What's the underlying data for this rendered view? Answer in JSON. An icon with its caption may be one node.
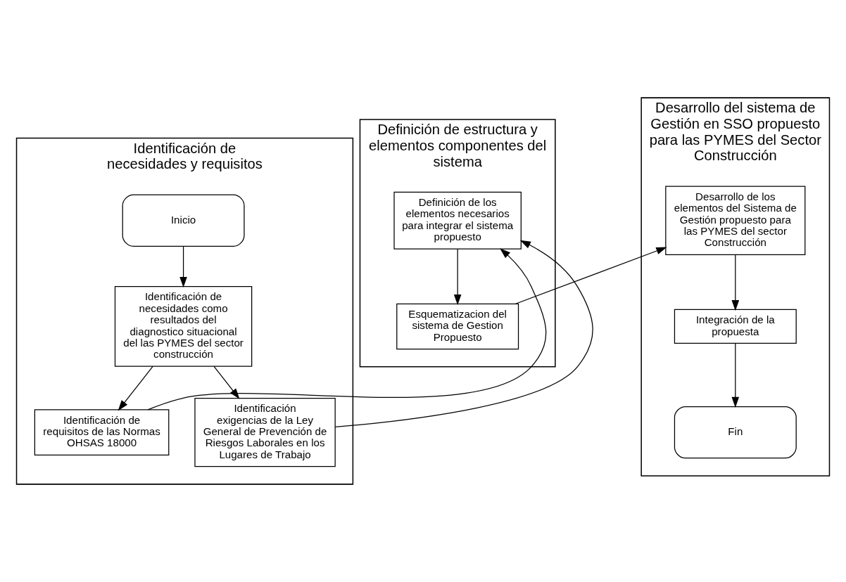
{
  "diagram": {
    "nodes": [
      {
        "text": [
          "Identificación de necesidades y requisitos"
        ]
      },
      {
        "text": [
          "Inicio"
        ],
        "in": 0
      },
      {
        "text": [
          "Identificación de necesidades como resultados del diagnostico situacional del las PYMES del sector construcción"
        ],
        "in": 0
      },
      {
        "text": [
          "Identificación de requisitos de las Normas OHSAS 18000"
        ],
        "in": 0
      },
      {
        "text": [
          "Identificación exigencias de la Ley General de Prevención de Riesgos Laborales en los Lugares de Trabajo"
        ],
        "in": 0
      },
      {
        "text": [
          "Definición de estructura y elementos componentes del sistema"
        ]
      },
      {
        "text": [
          "Definición de los elementos necesarios para integrar el sistema propuesto"
        ],
        "in": 5
      },
      {
        "text": [
          "Esquematizacion del sistema de Gestion Propuesto"
        ],
        "in": 5
      },
      {
        "text": [
          "Desarrollo del sistema de Gestión en SSO propuesto para las PYMES del Sector Construcción"
        ]
      },
      {
        "text": [
          "Desarrollo de los elementos del Sistema de Gestión propuesto para las PYMES del sector Construcción"
        ],
        "in": 8
      },
      {
        "text": [
          "Integración de la propuesta"
        ],
        "in": 8
      },
      {
        "text": [
          "Fin"
        ],
        "in": 8
      }
    ],
    "edges": [
      {
        "from": 1,
        "to": 2,
        "arrow": "to"
      },
      {
        "from": 2,
        "to": 3,
        "arrow": "to"
      },
      {
        "from": 2,
        "to": 4,
        "arrow": "to"
      },
      {
        "from": 3,
        "to": 6,
        "arrow": "to"
      },
      {
        "from": 4,
        "to": 6,
        "arrow": "to"
      },
      {
        "from": 6,
        "to": 7,
        "arrow": "to"
      },
      {
        "from": 7,
        "to": 9,
        "arrow": "to"
      },
      {
        "from": 9,
        "to": 10,
        "arrow": "to"
      },
      {
        "from": 10,
        "to": 11,
        "arrow": "to"
      }
    ]
  }
}
